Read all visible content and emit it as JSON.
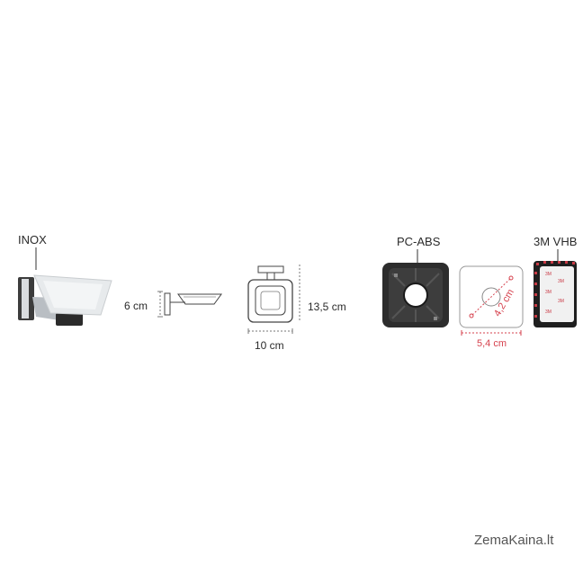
{
  "labels": {
    "material": "INOX",
    "height_side": "6 cm",
    "width_front": "10 cm",
    "height_front": "13,5 cm",
    "base_material": "PC-ABS",
    "adhesive": "3M VHB",
    "plate_width": "5,4 cm",
    "hole_spacing": "4,2 cm"
  },
  "watermark": "ZemaKaina.lt",
  "colors": {
    "accent_red": "#d6424e",
    "text": "#2a2a2a",
    "chrome": "#9aa0a6"
  }
}
